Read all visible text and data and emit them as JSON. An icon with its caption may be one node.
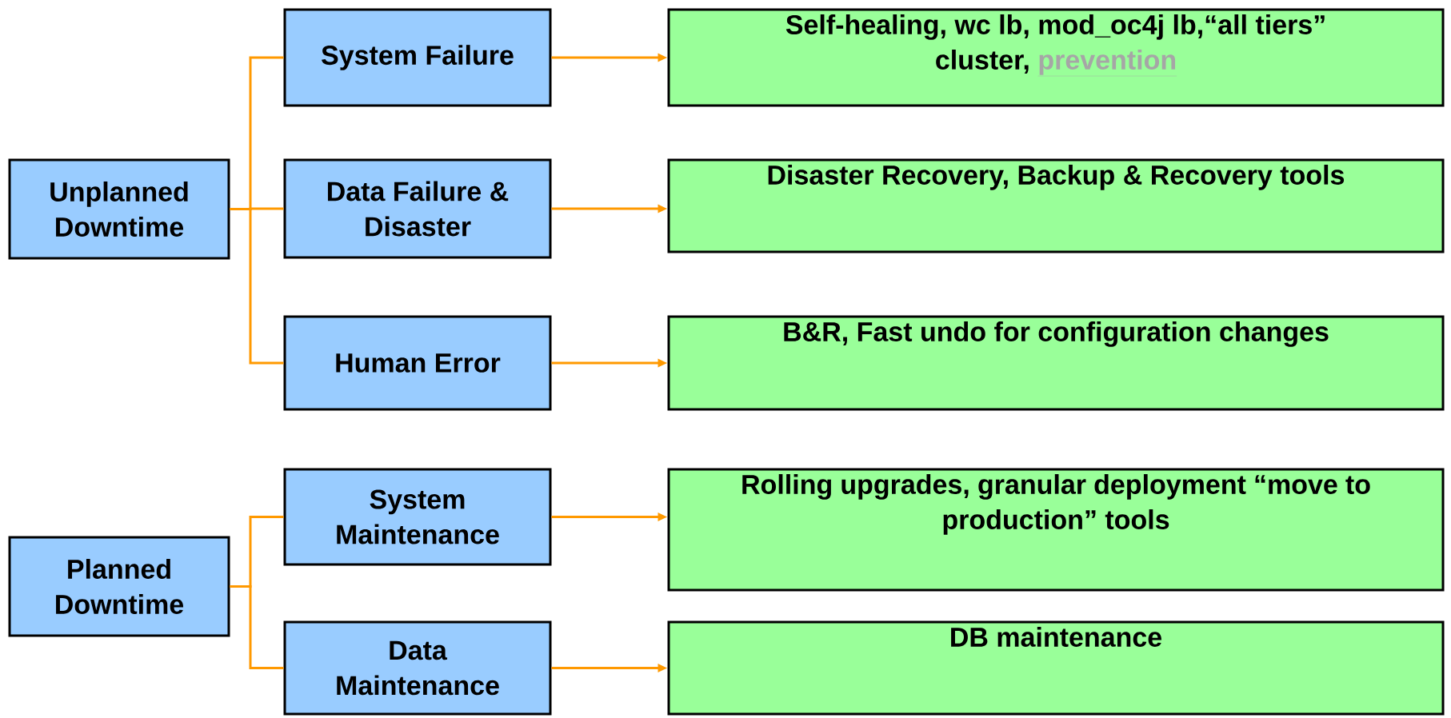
{
  "diagram": {
    "nodes": [
      {
        "text": [
          "Unplanned Downtime"
        ]
      },
      {
        "text": [
          "System Failure"
        ]
      },
      {
        "text": [
          "Data Failure & Disaster"
        ]
      },
      {
        "text": [
          "Human Error"
        ]
      },
      {
        "text": [
          "Planned Downtime"
        ]
      },
      {
        "text": [
          "System Maintenance"
        ]
      },
      {
        "text": [
          "Data Maintenance"
        ]
      },
      {
        "text": [
          "Self-healing, wc lb, mod_oc4j lb,“all tiers” cluster,",
          "prevention"
        ]
      },
      {
        "text": [
          "Disaster Recovery, Backup & Recovery tools"
        ]
      },
      {
        "text": [
          "B&R, Fast undo for configuration changes"
        ]
      },
      {
        "text": [
          "Rolling upgrades, granular deployment “move to production” tools"
        ]
      },
      {
        "text": [
          "DB maintenance"
        ]
      }
    ],
    "edges": [
      {
        "from": 0,
        "to": 1,
        "arrow": "none"
      },
      {
        "from": 0,
        "to": 2,
        "arrow": "none"
      },
      {
        "from": 0,
        "to": 3,
        "arrow": "none"
      },
      {
        "from": 4,
        "to": 5,
        "arrow": "none"
      },
      {
        "from": 4,
        "to": 6,
        "arrow": "none"
      },
      {
        "from": 1,
        "to": 7,
        "arrow": "to"
      },
      {
        "from": 2,
        "to": 8,
        "arrow": "to"
      },
      {
        "from": 3,
        "to": 9,
        "arrow": "to"
      },
      {
        "from": 5,
        "to": 10,
        "arrow": "to"
      },
      {
        "from": 6,
        "to": 11,
        "arrow": "to"
      }
    ]
  }
}
